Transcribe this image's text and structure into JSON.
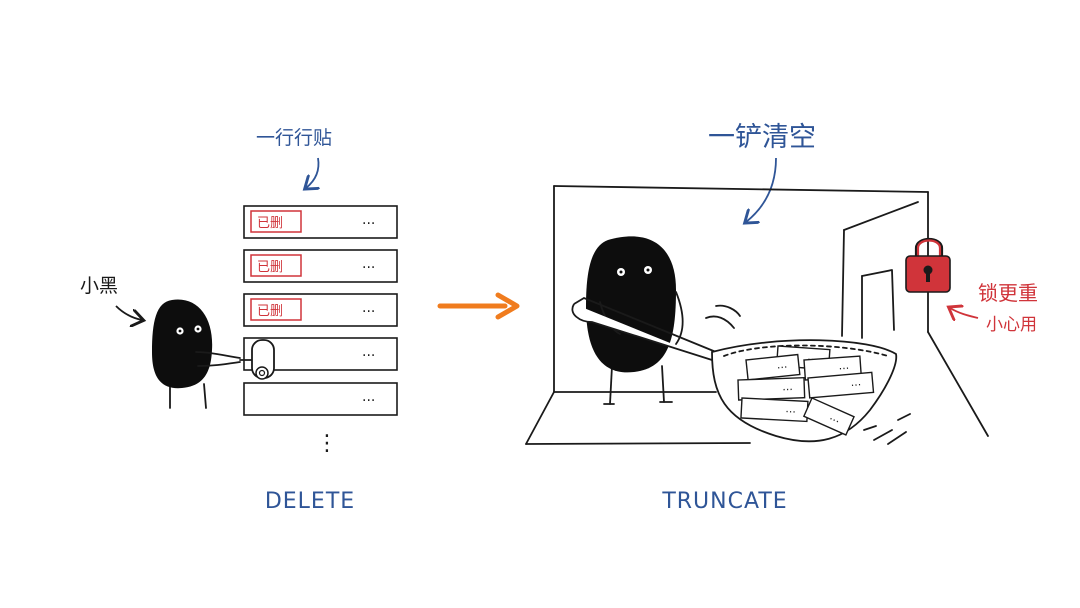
{
  "left_panel": {
    "annotation": "一行行贴",
    "character_label": "小黑",
    "row_stamp": "已删",
    "row_dots": "···",
    "continuation": "⋮",
    "caption": "DELETE"
  },
  "right_panel": {
    "annotation": "一铲清空",
    "lock_label_line1": "锁更重",
    "lock_label_line2": "小心用",
    "card_dots": "···",
    "caption": "TRUNCATE"
  },
  "colors": {
    "ink": "#1a1a1a",
    "blue_text": "#2f5597",
    "red_accent": "#d0343a",
    "arrow": "#f07c1e"
  }
}
